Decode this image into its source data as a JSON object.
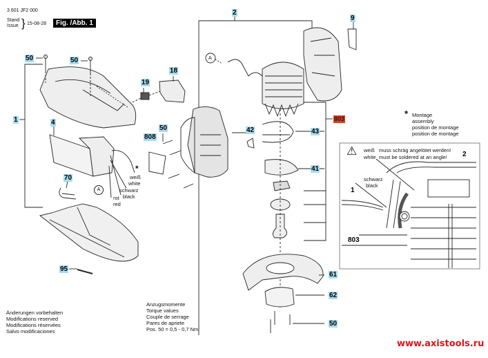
{
  "header": {
    "doc_number": "3 601 JF2 000",
    "stand_label": "Stand",
    "issue_label": "Issue",
    "date": "15-08-28",
    "figure_label": "Fig. /Abb. 1"
  },
  "parts": {
    "p1": "1",
    "p2": "2",
    "p4": "4",
    "p9": "9",
    "p18": "18",
    "p19": "19",
    "p41": "41",
    "p42": "42",
    "p43": "43",
    "p50a": "50",
    "p50b": "50",
    "p50c": "50",
    "p50d": "50",
    "p61": "61",
    "p62": "62",
    "p70": "70",
    "p95": "95",
    "p803": "803",
    "p808": "808"
  },
  "connector_labels": {
    "a1": "A",
    "a2": "A"
  },
  "wire_labels": {
    "white_de": "weiß",
    "white_en": "white",
    "black_de": "schwarz",
    "black_en": "black",
    "red_de": "rot",
    "red_en": "red",
    "asterisk": "*"
  },
  "assembly_note": {
    "asterisk": "*",
    "lines": [
      "Montage",
      "assembly",
      "position de montage",
      "position de montage"
    ]
  },
  "inset": {
    "warning_icon": "⚠",
    "white_de": "weiß",
    "warn_de": "muss schräg angelötet werden!",
    "white_en": "white",
    "warn_en": "must be soldered at an angle!",
    "black_de": "schwarz",
    "black_en": "black",
    "label_1": "1",
    "label_2": "2",
    "label_803": "803"
  },
  "footer_left": {
    "lines": [
      "Änderungen vorbehalten",
      "Modifications reserved",
      "Modifications réservées",
      "Salvo modificaciones"
    ]
  },
  "torque": {
    "lines": [
      "Anzugsmomente",
      "Torque values",
      "Couple de serrage",
      "Pares de apriete",
      "Pos. 50 =  0,5 - 0,7 Nm"
    ]
  },
  "website": "www.axistools.ru",
  "colors": {
    "part_label_bg": "#a6dcef",
    "highlight_label_bg": "#e23a1e",
    "website": "#e0141e"
  }
}
